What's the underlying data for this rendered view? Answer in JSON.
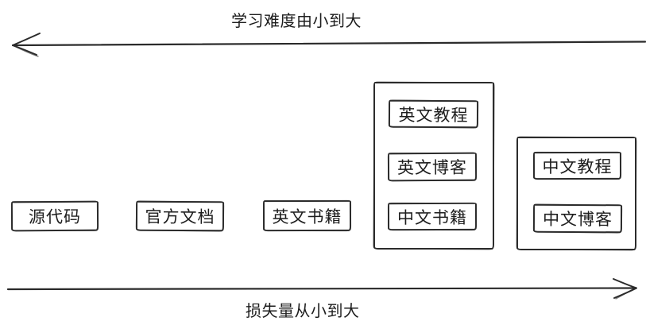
{
  "diagram": {
    "background": "#ffffff",
    "stroke_color": "#2c2c2c",
    "text_color": "#1d1d1d",
    "top_axis": {
      "label": "学习难度由小到大",
      "arrow_direction": "left"
    },
    "bottom_axis": {
      "label": "损失量从小到大",
      "arrow_direction": "right"
    },
    "boxes": [
      {
        "label": "源代码"
      },
      {
        "label": "官方文档"
      },
      {
        "label": "英文书籍"
      }
    ],
    "groups": [
      {
        "items": [
          {
            "label": "英文教程"
          },
          {
            "label": "英文博客"
          },
          {
            "label": "中文书籍"
          }
        ]
      },
      {
        "items": [
          {
            "label": "中文教程"
          },
          {
            "label": "中文博客"
          }
        ]
      }
    ]
  }
}
